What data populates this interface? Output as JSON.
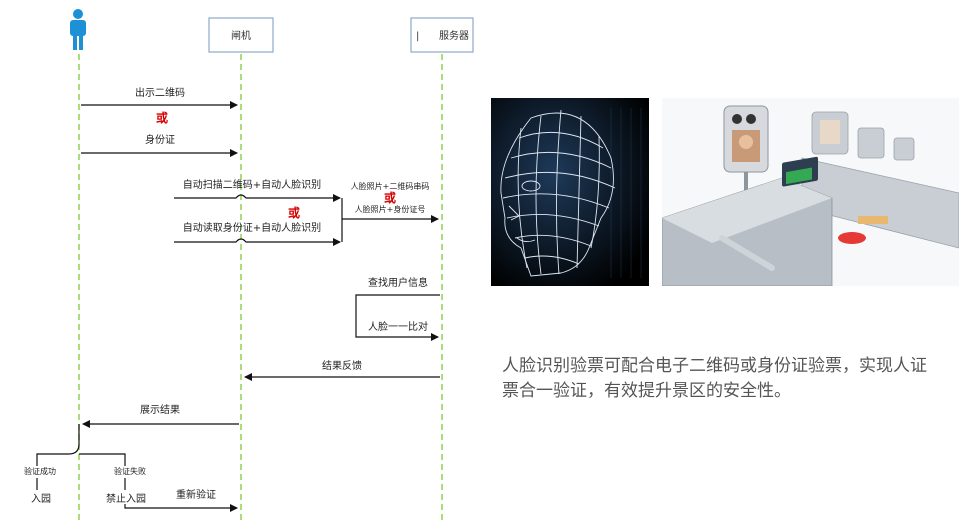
{
  "participants": {
    "gate": "闸机",
    "server_prefix": "|",
    "server": "服务器"
  },
  "messages": {
    "show_qr": "出示二维码",
    "or1": "或",
    "id_card": "身份证",
    "auto_scan_qr": "自动扫描二维码+自动人脸识别",
    "or2": "或",
    "auto_read_id": "自动读取身份证+自动人脸识别",
    "face_photo_qr": "人脸照片+二维码串码",
    "or3": "或",
    "face_photo_id": "人脸照片+身份证号",
    "lookup_user": "查找用户信息",
    "face_compare": "人脸一一比对",
    "result_feedback": "结果反馈",
    "show_result": "展示结果",
    "verify_success": "验证成功",
    "verify_fail": "验证失败",
    "enter": "入园",
    "no_entry": "禁止入园",
    "reverify": "重新验证"
  },
  "caption": "人脸识别验票可配合电子二维码或身份证验票，实现人证票合一验证，有效提升景区的安全性。",
  "colors": {
    "lifeline": "#92d050",
    "actor": "#1e90d6",
    "box_border": "#8ea9c8",
    "or_text": "#d40000"
  },
  "icons": [
    "person-icon"
  ]
}
